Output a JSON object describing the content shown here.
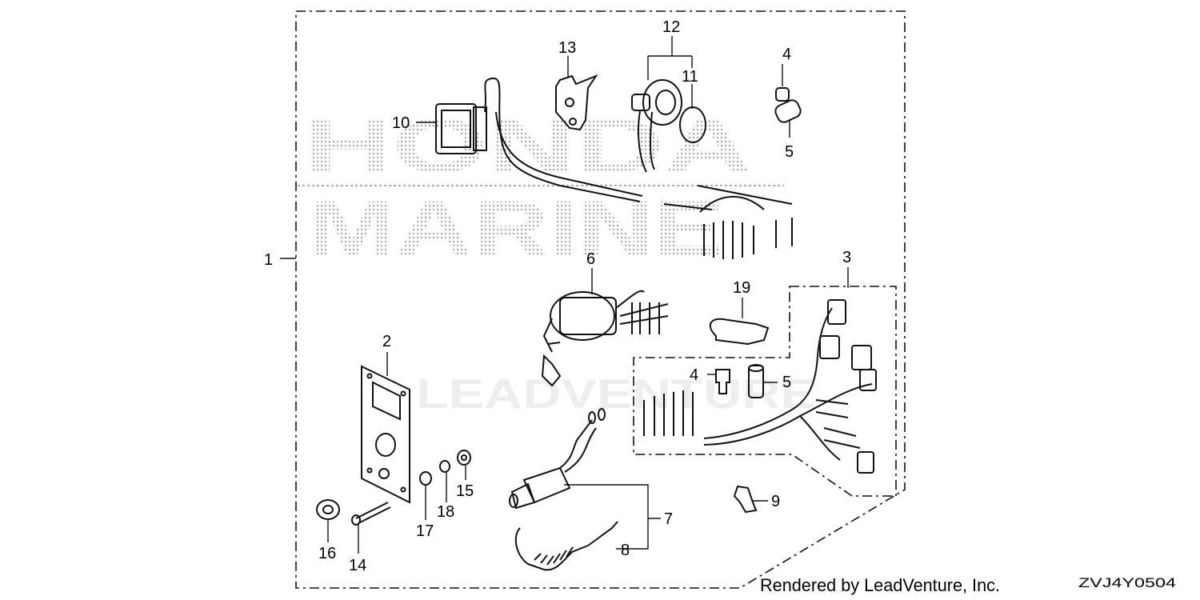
{
  "diagram": {
    "callouts": [
      "1",
      "2",
      "3",
      "4",
      "4",
      "5",
      "5",
      "6",
      "7",
      "8",
      "9",
      "10",
      "11",
      "12",
      "13",
      "14",
      "15",
      "16",
      "17",
      "18",
      "19"
    ],
    "watermark": {
      "line1": "HONDA",
      "line2": "MARINE",
      "line3": "LEADVENTURE"
    },
    "credit": "Rendered by LeadVenture, Inc.",
    "diagram_code": "ZVJ4Y0504"
  }
}
